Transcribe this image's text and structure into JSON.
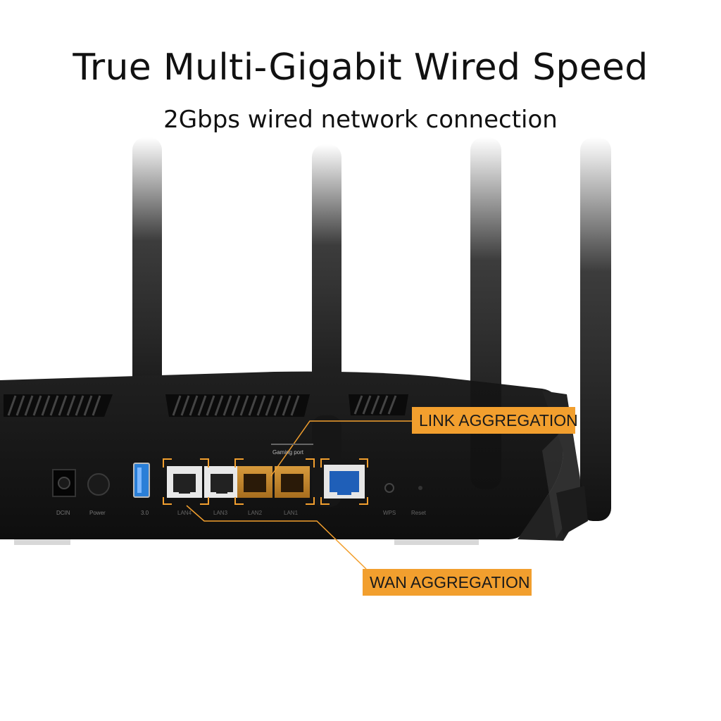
{
  "headline": {
    "title": "True Multi-Gigabit Wired Speed",
    "subtitle": "2Gbps wired network connection"
  },
  "callouts": {
    "link_aggregation": "LINK AGGREGATION",
    "wan_aggregation": "WAN AGGREGATION"
  },
  "router_labels": {
    "gaming_port": "Gaming port",
    "dcin": "DCIN",
    "power": "Power",
    "usb": "3.0",
    "lan4": "LAN4",
    "lan3": "LAN3",
    "lan2": "LAN2",
    "lan1": "LAN1",
    "wps": "WPS",
    "reset": "Reset"
  },
  "colors": {
    "accent": "#f29f2e",
    "router_body": "#151515",
    "wan_port": "#1f5fb8",
    "usb_port": "#2a7fd8"
  }
}
